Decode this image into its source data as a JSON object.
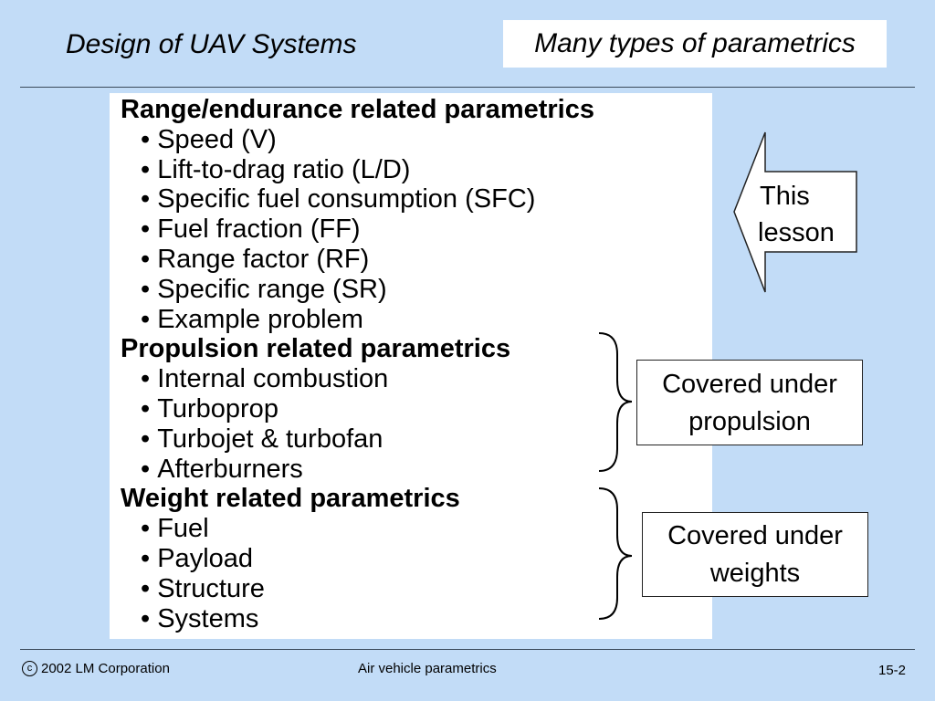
{
  "header": {
    "title": "Design of UAV Systems",
    "slide_title": "Many types of parametrics"
  },
  "content": {
    "sections": [
      {
        "heading": "Range/endurance related parametrics",
        "items": [
          "Speed (V)",
          "Lift-to-drag ratio (L/D)",
          "Specific fuel consumption (SFC)",
          "Fuel fraction (FF)",
          "Range factor (RF)",
          "Specific range (SR)",
          "Example problem"
        ]
      },
      {
        "heading": "Propulsion related parametrics",
        "items": [
          "Internal combustion",
          "Turboprop",
          "Turbojet & turbofan",
          "Afterburners"
        ]
      },
      {
        "heading": "Weight related parametrics",
        "items": [
          "Fuel",
          "Payload",
          "Structure",
          "Systems"
        ]
      }
    ]
  },
  "callouts": {
    "this_lesson": [
      "This",
      "lesson"
    ],
    "propulsion": [
      "Covered under",
      "propulsion"
    ],
    "weights": [
      "Covered under",
      "weights"
    ]
  },
  "footer": {
    "copyright_symbol": "c",
    "copyright": "2002 LM Corporation",
    "topic": "Air vehicle parametrics",
    "page": "15-2"
  }
}
